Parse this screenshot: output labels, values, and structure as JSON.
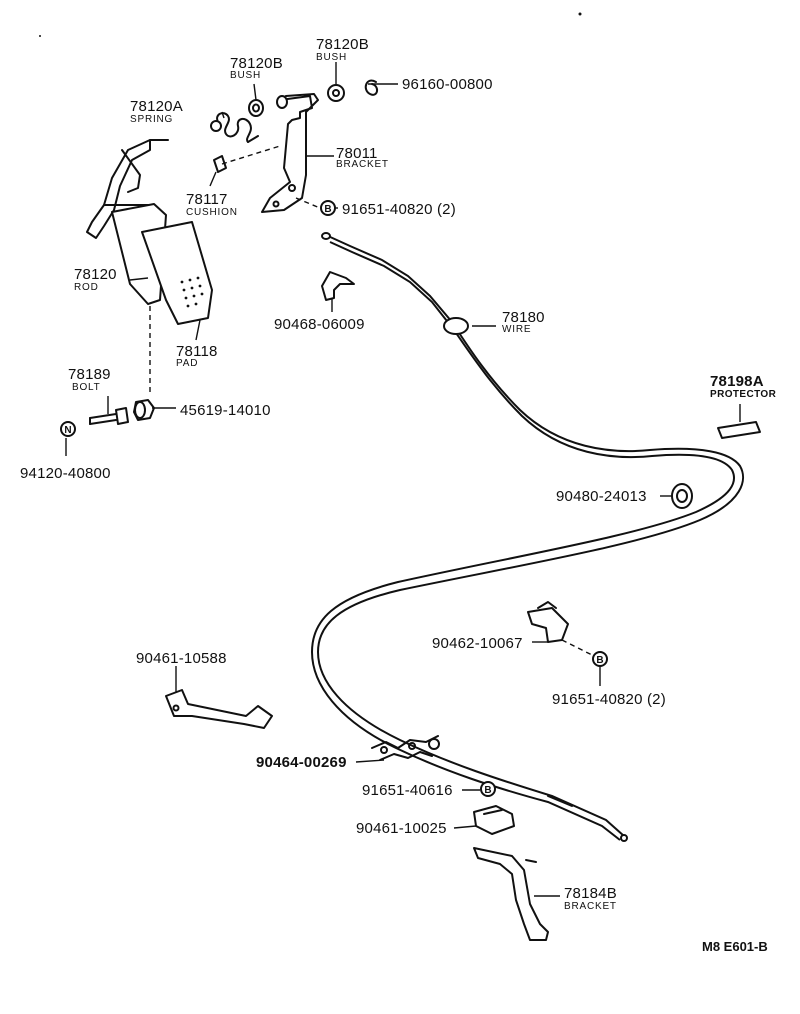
{
  "parts": {
    "bush_upper": {
      "number": "78120B",
      "desc": "BUSH"
    },
    "bush_lower": {
      "number": "78120B",
      "desc": "BUSH"
    },
    "clip_96160": {
      "number": "96160-00800"
    },
    "spring": {
      "number": "78120A",
      "desc": "SPRING"
    },
    "bracket_78011": {
      "number": "78011",
      "desc": "BRACKET"
    },
    "cushion": {
      "number": "78117",
      "desc": "CUSHION"
    },
    "bolt_b_upper": {
      "number": "91651-40820 (2)",
      "mark": "B"
    },
    "rod": {
      "number": "78120",
      "desc": "ROD"
    },
    "pad": {
      "number": "78118",
      "desc": "PAD"
    },
    "clip_90468": {
      "number": "90468-06009"
    },
    "wire": {
      "number": "78180",
      "desc": "WIRE"
    },
    "bolt_78189": {
      "number": "78189",
      "desc": "BOLT"
    },
    "stopper": {
      "number": "45619-14010"
    },
    "nut": {
      "number": "94120-40800",
      "mark": "N"
    },
    "protector": {
      "number": "78198A",
      "desc": "PROTECTOR"
    },
    "grommet": {
      "number": "90480-24013"
    },
    "clamp_90462": {
      "number": "90462-10067"
    },
    "bolt_b_middle": {
      "number": "91651-40820 (2)",
      "mark": "B"
    },
    "clamp_90461a": {
      "number": "90461-10588"
    },
    "clip_90464": {
      "number": "90464-00269"
    },
    "bolt_b_lower": {
      "number": "91651-40616",
      "mark": "B"
    },
    "clamp_90461b": {
      "number": "90461-10025"
    },
    "bracket_78184b": {
      "number": "78184B",
      "desc": "BRACKET"
    }
  },
  "figure_code": "M8 E601-B"
}
